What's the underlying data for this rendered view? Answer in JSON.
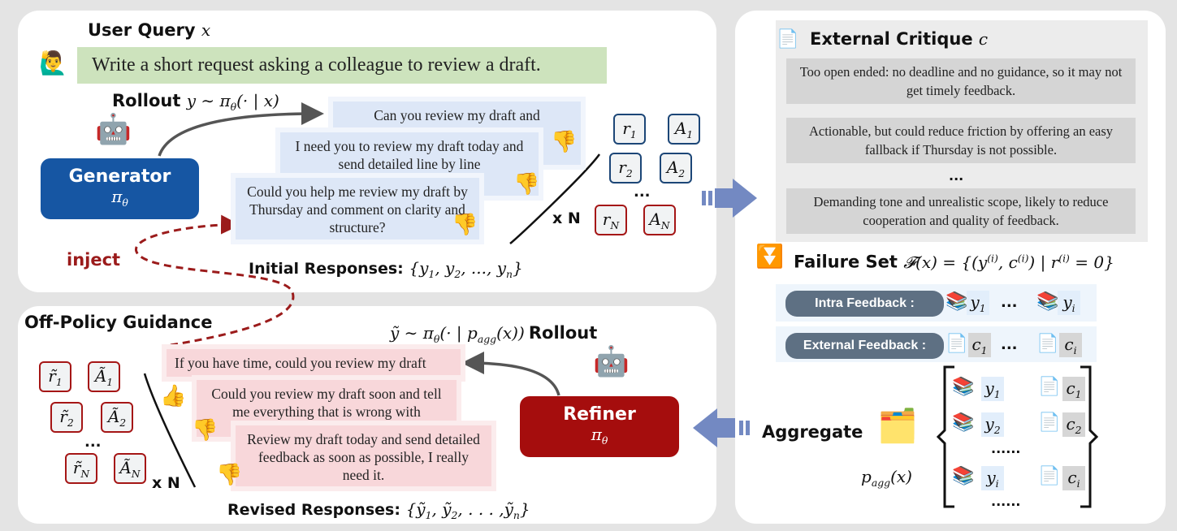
{
  "top": {
    "title": "User Query",
    "title_var": "x",
    "query": "Write a short request asking a colleague to review a draft.",
    "rollout_label": "Rollout",
    "rollout_math": "y ∼ π_{θ}(· | x)",
    "generator": {
      "label": "Generator",
      "policy": "π_{θ}"
    },
    "responses": [
      "Can you review my draft and",
      "I need you to review my draft today and send detailed line by line",
      "Could you help me review my draft by Thursday and comment on clarity and structure?"
    ],
    "rewards": [
      [
        "r_{1}",
        "A_{1}"
      ],
      [
        "r_{2}",
        "A_{2}"
      ],
      [
        "r_{N}",
        "A_{N}"
      ]
    ],
    "dots": "...",
    "times_n": "x N",
    "inject": "inject",
    "initial_label": "Initial Responses:",
    "initial_math": "{y_{1}, y_{2}, ..., y_{n}}"
  },
  "bottom": {
    "title": "Off-Policy Guidance",
    "rollout_math": "ỹ ∼ π_{θ}(· | p_{agg}(x))",
    "rollout_label": "Rollout",
    "refiner": {
      "label": "Refiner",
      "policy": "π_{θ}"
    },
    "responses": [
      "If you have time, could you review my draft",
      "Could you review my draft soon and tell me everything that is wrong with",
      "Review my draft today and send detailed feedback as soon as possible, I really need it."
    ],
    "rewards": [
      [
        "r̃_{1}",
        "Ã_{1}"
      ],
      [
        "r̃_{2}",
        "Ã_{2}"
      ],
      [
        "r̃_{N}",
        "Ã_{N}"
      ]
    ],
    "dots": "...",
    "times_n": "x N",
    "revised_label": "Revised Responses:",
    "revised_math": "{ỹ_{1}, ỹ_{2}, . . . ,ỹ_{n}}"
  },
  "right": {
    "critique_title": "External Critique",
    "critique_var": "c",
    "critiques": [
      "Too open ended: no deadline and no guidance, so it may not get timely feedback.",
      "Actionable, but could reduce friction by offering an easy fallback if Thursday is not possible.",
      "Demanding tone and unrealistic scope, likely to reduce cooperation and quality of feedback."
    ],
    "dots": "...",
    "failure_title": "Failure Set",
    "failure_math": "𝓕(x) = {(y^{(i)}, c^{(i)}) | r^{(i)} = 0}",
    "intra_label": "Intra Feedback :",
    "external_label": "External Feedback :",
    "intra_items": [
      "y_{1}",
      "y_{i}"
    ],
    "external_items": [
      "c_{1}",
      "c_{i}"
    ],
    "aggregate_label": "Aggregate",
    "aggregate_math": "p_{agg}(x)",
    "agg_rows": [
      [
        "y_{1}",
        "c_{1}"
      ],
      [
        "y_{2}",
        "c_{2}"
      ],
      [
        "y_{i}",
        "c_{i}"
      ]
    ],
    "agg_dots": "......"
  },
  "colors": {
    "generator": "#1656a3",
    "refiner": "#a50d0d",
    "query_bg": "#cde3bd",
    "arrow": "#7389c2",
    "pill": "#5e7083"
  },
  "icons": {
    "user": "person-raising-hand",
    "robot": "robot",
    "thumb_down": "thumbs-down",
    "thumb_up": "thumbs-up",
    "books": "books",
    "document": "document",
    "funnel": "funnel"
  }
}
